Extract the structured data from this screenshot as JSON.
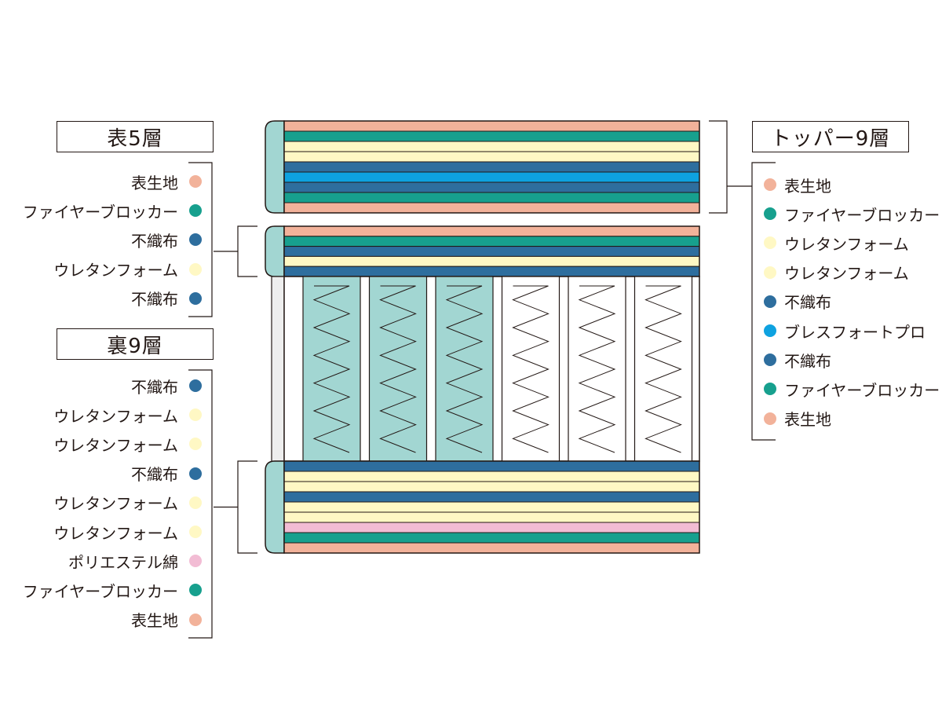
{
  "left_top": {
    "title": "表5層",
    "items": [
      {
        "label": "表生地",
        "color": "#f2b29a"
      },
      {
        "label": "ファイヤーブロッカー",
        "color": "#17a08e"
      },
      {
        "label": "不織布",
        "color": "#2e6e9e"
      },
      {
        "label": "ウレタンフォーム",
        "color": "#fff8c4"
      },
      {
        "label": "不織布",
        "color": "#2e6e9e"
      }
    ]
  },
  "left_bottom": {
    "title": "裏9層",
    "items": [
      {
        "label": "不織布",
        "color": "#2e6e9e"
      },
      {
        "label": "ウレタンフォーム",
        "color": "#fff8c4"
      },
      {
        "label": "ウレタンフォーム",
        "color": "#fff8c4"
      },
      {
        "label": "不織布",
        "color": "#2e6e9e"
      },
      {
        "label": "ウレタンフォーム",
        "color": "#fff8c4"
      },
      {
        "label": "ウレタンフォーム",
        "color": "#fff8c4"
      },
      {
        "label": "ポリエステル綿",
        "color": "#f2bcd4"
      },
      {
        "label": "ファイヤーブロッカー",
        "color": "#17a08e"
      },
      {
        "label": "表生地",
        "color": "#f2b29a"
      }
    ]
  },
  "right": {
    "title": "トッパー9層",
    "items": [
      {
        "label": "表生地",
        "color": "#f2b29a"
      },
      {
        "label": "ファイヤーブロッカー",
        "color": "#17a08e"
      },
      {
        "label": "ウレタンフォーム",
        "color": "#fff8c4"
      },
      {
        "label": "ウレタンフォーム",
        "color": "#fff8c4"
      },
      {
        "label": "不織布",
        "color": "#2e6e9e"
      },
      {
        "label": "ブレスフォートプロ",
        "color": "#0ea2e0"
      },
      {
        "label": "不織布",
        "color": "#2e6e9e"
      },
      {
        "label": "ファイヤーブロッカー",
        "color": "#17a08e"
      },
      {
        "label": "表生地",
        "color": "#f2b29a"
      }
    ]
  },
  "colors": {
    "line": "#231815",
    "edge_band": "#a2d6d2",
    "spring_fill": "#a2d6d2",
    "side_strip": "#eeeeee"
  },
  "springs": {
    "count": 6,
    "filled_count": 3
  }
}
